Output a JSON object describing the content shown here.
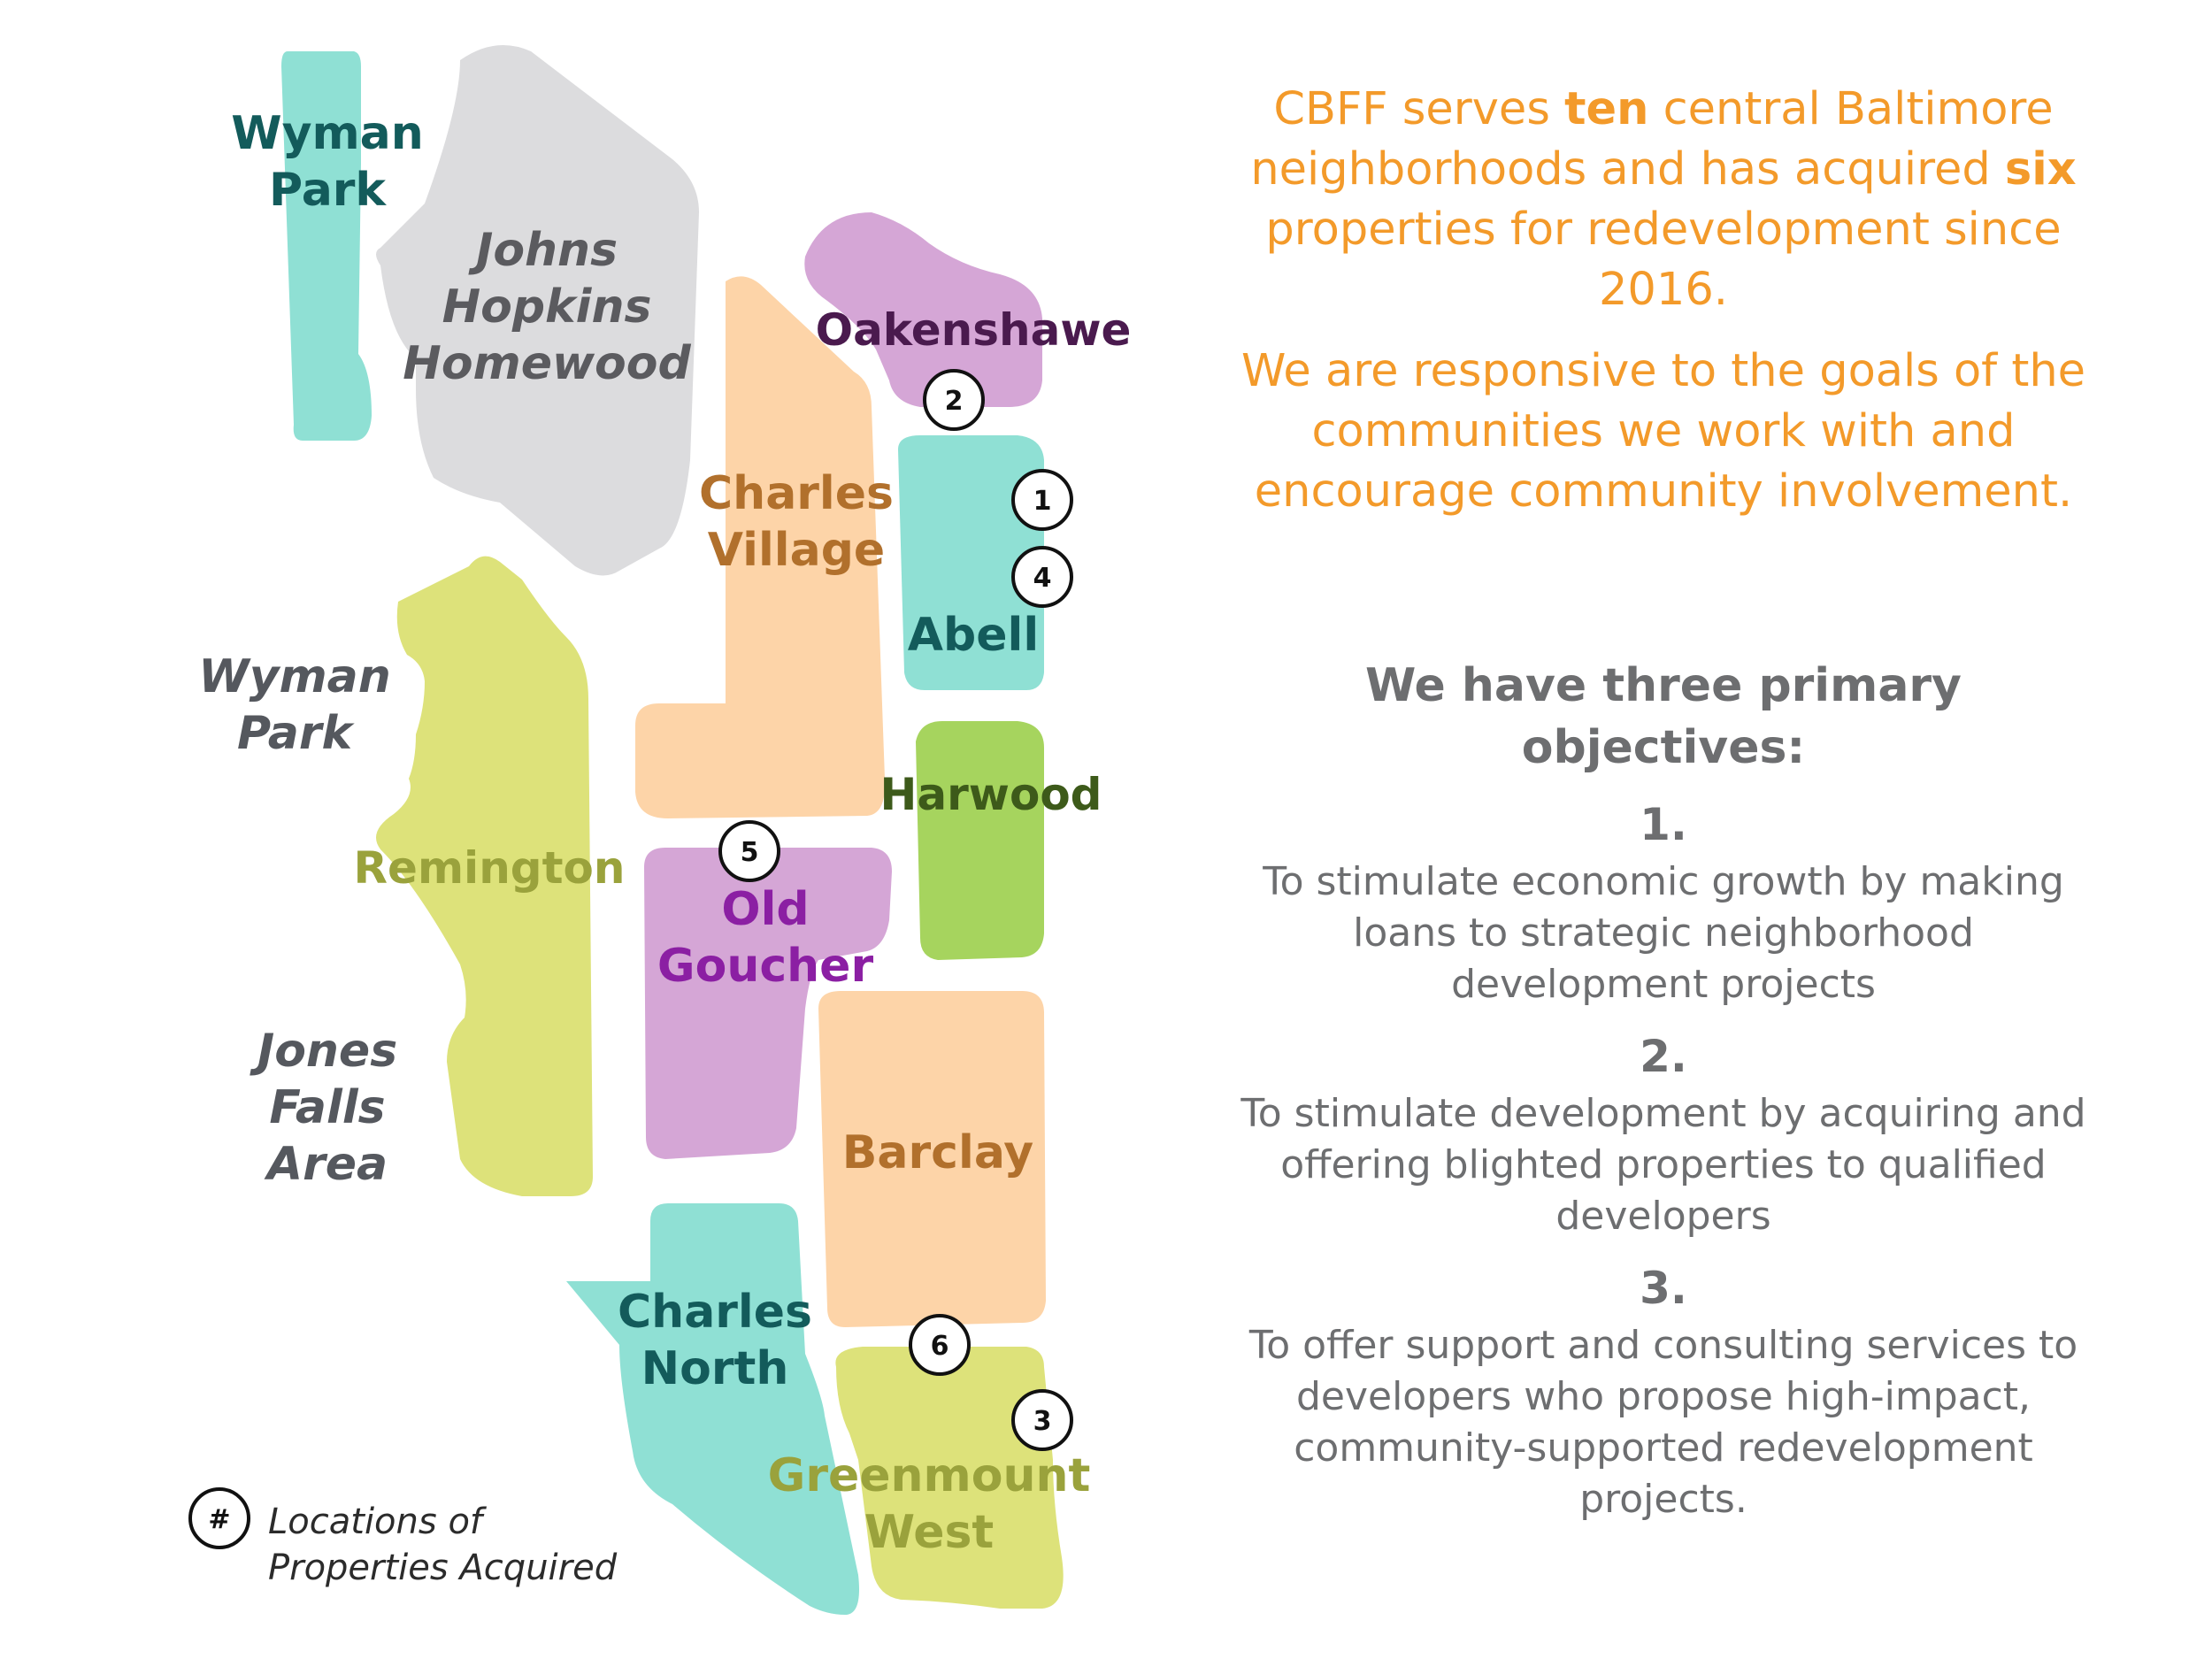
{
  "map": {
    "neighborhoods": [
      {
        "id": "wyman-park-north",
        "label_lines": [
          "Wyman",
          "Park"
        ],
        "fill": "#8fe0d4",
        "label_color": "#135b5b"
      },
      {
        "id": "johns-hopkins-homewood",
        "label_lines": [
          "Johns",
          "Hopkins",
          "Homewood"
        ],
        "fill": "#dcdcde",
        "label_color": "#5b5b5f",
        "italic": true
      },
      {
        "id": "charles-village",
        "label_lines": [
          "Charles",
          "Village"
        ],
        "fill": "#fdd4a8",
        "label_color": "#b1702c"
      },
      {
        "id": "oakenshawe",
        "label_lines": [
          "Oakenshawe"
        ],
        "fill": "#d5a6d6",
        "label_color": "#4a1a4e"
      },
      {
        "id": "abell",
        "label_lines": [
          "Abell"
        ],
        "fill": "#8fe0d4",
        "label_color": "#135b5b"
      },
      {
        "id": "harwood",
        "label_lines": [
          "Harwood"
        ],
        "fill": "#a6d45e",
        "label_color": "#3d5a1a"
      },
      {
        "id": "remington",
        "label_lines": [
          "Remington"
        ],
        "fill": "#dde27a",
        "label_color": "#9aa23c"
      },
      {
        "id": "old-goucher",
        "label_lines": [
          "Old",
          "Goucher"
        ],
        "fill": "#d5a6d6",
        "label_color": "#8b1fa3"
      },
      {
        "id": "barclay",
        "label_lines": [
          "Barclay"
        ],
        "fill": "#fdd4a8",
        "label_color": "#b1702c"
      },
      {
        "id": "charles-north",
        "label_lines": [
          "Charles",
          "North"
        ],
        "fill": "#8fe0d4",
        "label_color": "#135b5b"
      },
      {
        "id": "greenmount-west",
        "label_lines": [
          "Greenmount",
          "West"
        ],
        "fill": "#dde27a",
        "label_color": "#9aa23c"
      }
    ],
    "areas": [
      {
        "id": "wyman-park-west",
        "label_lines": [
          "Wyman",
          "Park"
        ]
      },
      {
        "id": "jones-falls-area",
        "label_lines": [
          "Jones",
          "Falls",
          "Area"
        ]
      }
    ],
    "area_label_color": "#55585e",
    "markers": [
      "1",
      "2",
      "3",
      "4",
      "5",
      "6"
    ],
    "legend": {
      "symbol": "#",
      "lines": [
        "Locations of",
        "Properties Acquired"
      ]
    }
  },
  "intro": {
    "p1_a": "CBFF serves ",
    "p1_b": "ten",
    "p1_c": " central Baltimore neighborhoods and has acquired ",
    "p1_d": "six",
    "p1_e": " properties for redevelopment since 2016.",
    "p2": "We are responsive to the goals of the communities we work with and encourage community involvement."
  },
  "objectives": {
    "title": "We have three primary objectives:",
    "items": [
      {
        "number": "1.",
        "text": "To stimulate economic growth by making loans to strategic neighborhood development projects"
      },
      {
        "number": "2.",
        "text": "To stimulate development by acquiring and offering blighted properties to qualified developers"
      },
      {
        "number": "3.",
        "text": "To offer support and consulting services to developers who propose high-impact, community-supported redevelopment projects."
      }
    ]
  },
  "colors": {
    "intro_orange": "#f39a2a",
    "body_gray": "#6d6e70"
  }
}
